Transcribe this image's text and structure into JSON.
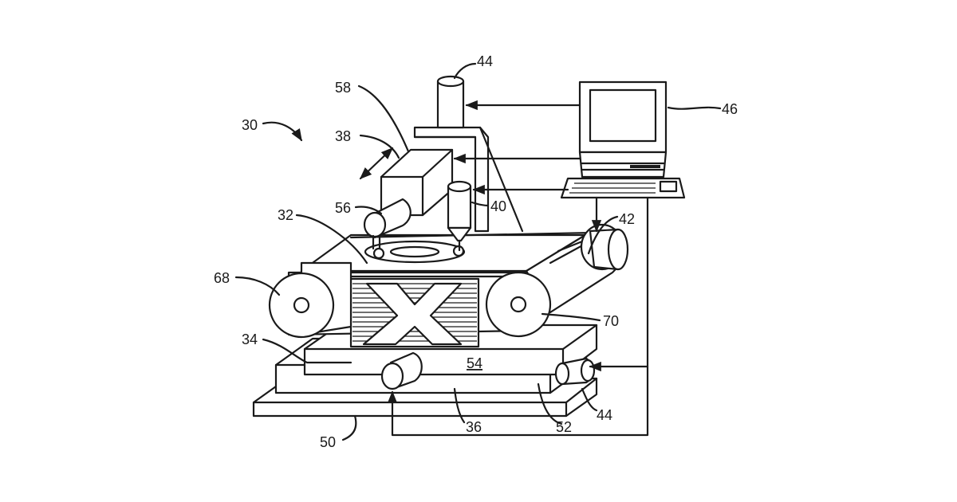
{
  "figure": {
    "reference_numerals": {
      "system": "30",
      "conveyor_belt": "32",
      "workpiece": "34",
      "slide_stage": "36",
      "camera_housing": "38",
      "probe": "40",
      "belt_motor": "42",
      "top_motor": "44",
      "stage_motor": "44",
      "computer": "46",
      "base": "50",
      "cross_slide": "52",
      "upper_stage": "54",
      "lens_barrel": "56",
      "optics_unit": "58",
      "left_roller": "68",
      "right_roller": "70"
    }
  }
}
